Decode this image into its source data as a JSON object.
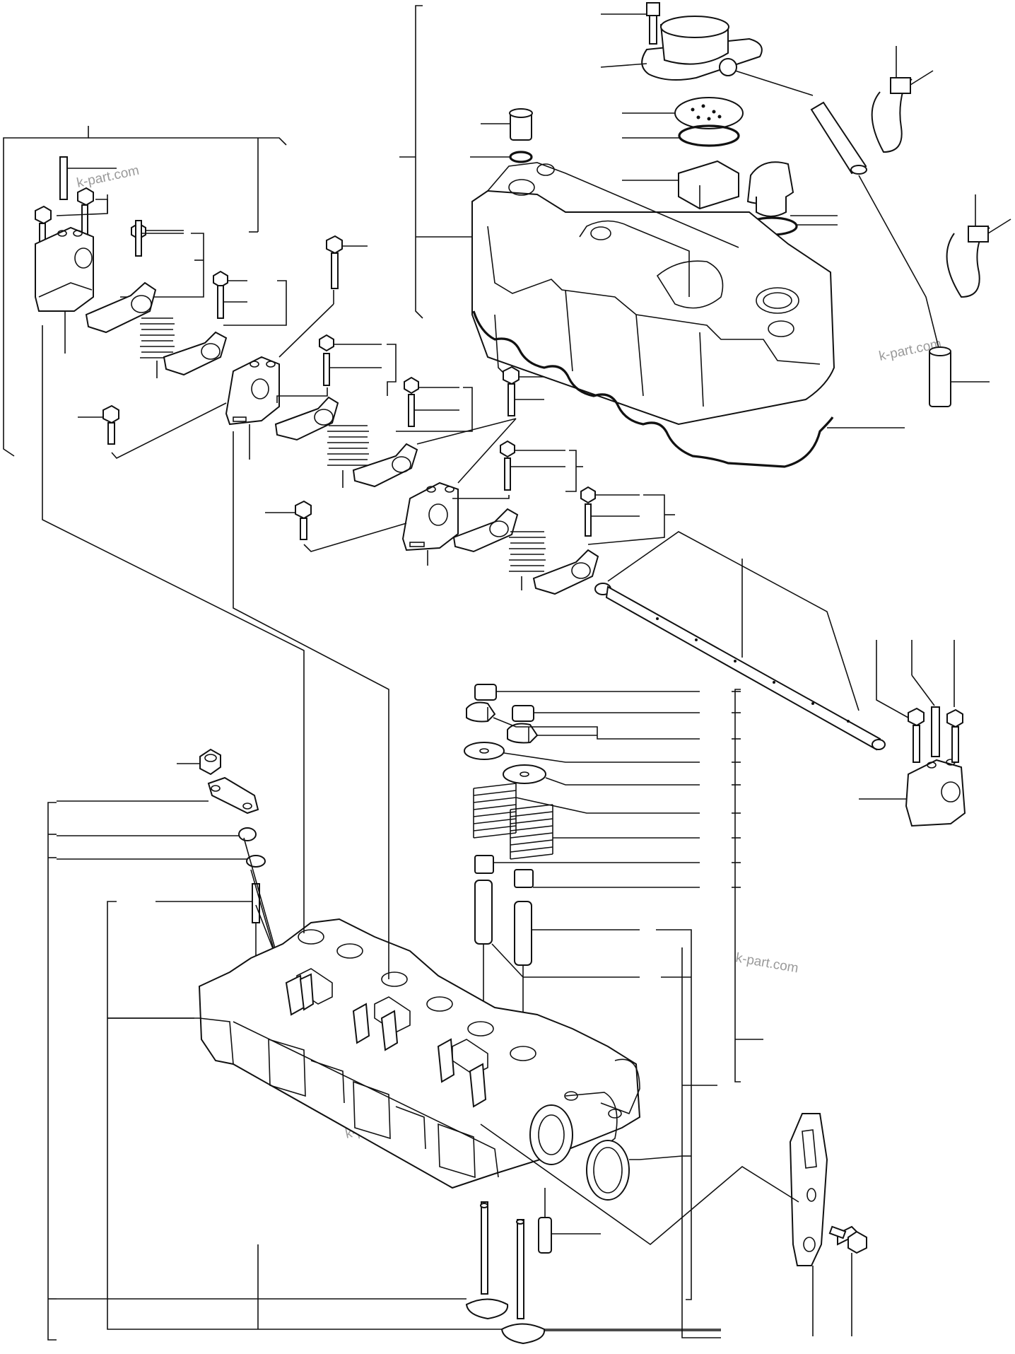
{
  "watermarks": [
    "k-part.com",
    "k-part.com",
    "k-part.com",
    "k-part.com"
  ],
  "diagram_description_parts": [
    "valve-cover",
    "breather-cap",
    "oil-filler-cap",
    "rocker-arm-assemblies",
    "rocker-shaft",
    "valve-springs",
    "cylinder-head",
    "intake-valve",
    "exhaust-valve",
    "lifting-bracket",
    "valve-cover-gasket",
    "breather-hose"
  ]
}
